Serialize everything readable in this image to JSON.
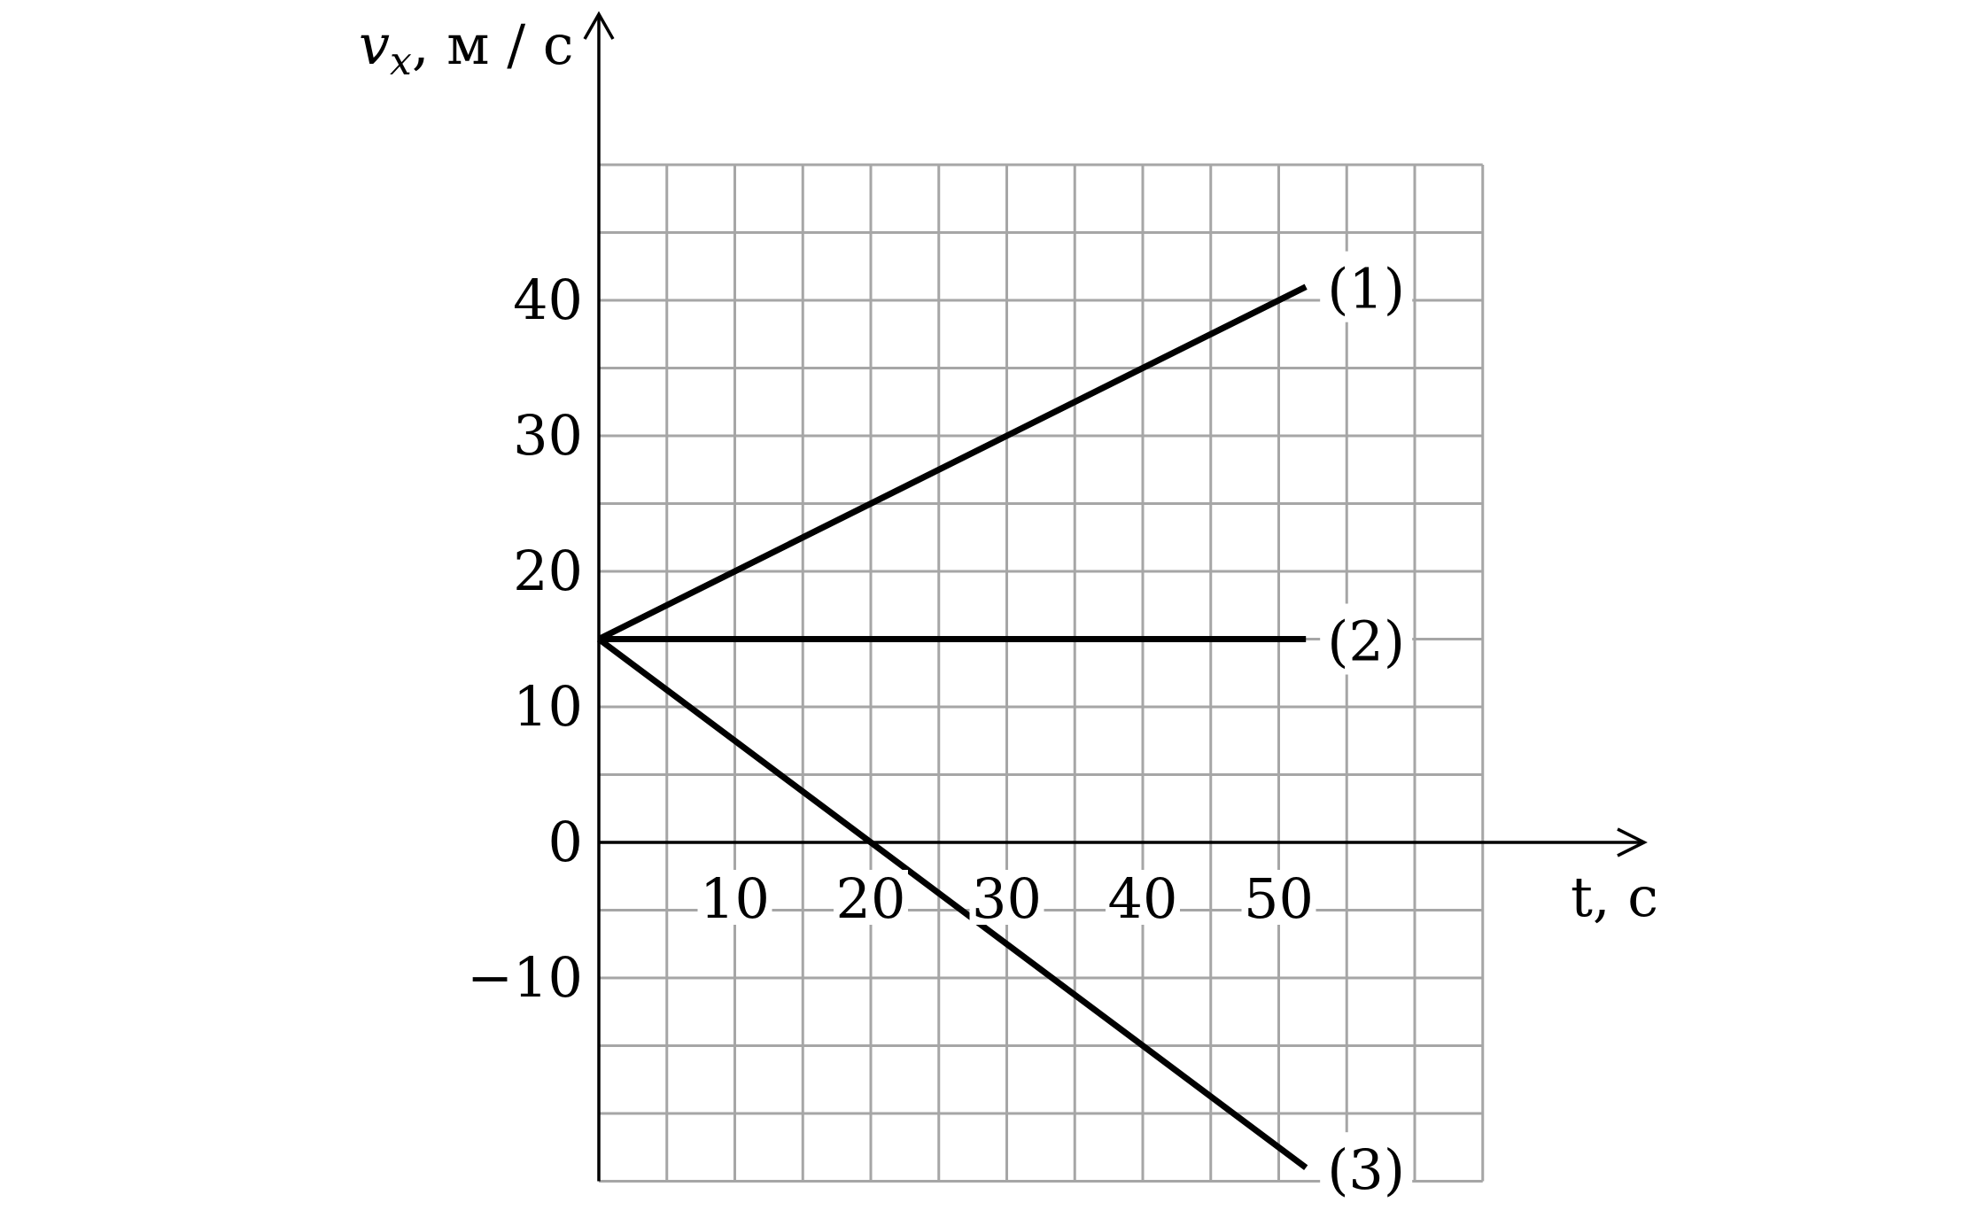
{
  "chart_data": {
    "type": "line",
    "xlabel": "t, с",
    "ylabel_var": "v",
    "ylabel_sub": "x",
    "ylabel_units": ", м / с",
    "x_ticks": [
      10,
      20,
      30,
      40,
      50
    ],
    "y_ticks": [
      -10,
      0,
      10,
      20,
      30,
      40
    ],
    "xlim": [
      0,
      65
    ],
    "ylim": [
      -25,
      50
    ],
    "grid": true,
    "grid_step_x": 5,
    "grid_step_y": 5,
    "series": [
      {
        "name": "(1)",
        "x": [
          0,
          52
        ],
        "y": [
          15,
          41
        ]
      },
      {
        "name": "(2)",
        "x": [
          0,
          52
        ],
        "y": [
          15,
          15
        ]
      },
      {
        "name": "(3)",
        "x": [
          0,
          52
        ],
        "y": [
          15,
          -24
        ]
      }
    ]
  }
}
